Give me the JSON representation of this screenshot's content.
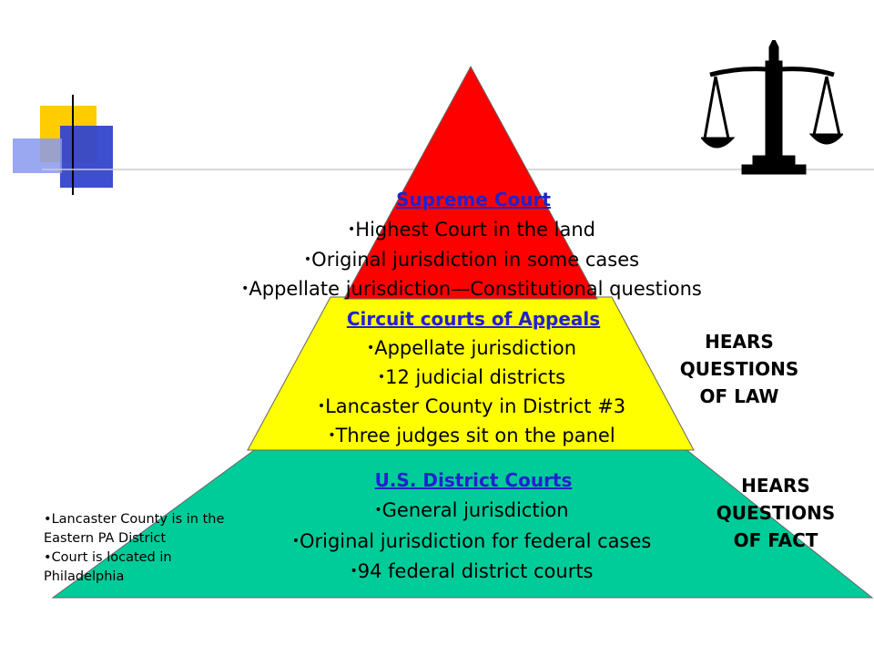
{
  "tiers": {
    "supreme": {
      "title": "Supreme Court",
      "bullets": [
        "Highest Court in the land",
        "Original jurisdiction in some cases",
        "Appellate jurisdiction—Constitutional questions"
      ]
    },
    "circuit": {
      "title": "Circuit courts of Appeals",
      "bullets": [
        "Appellate jurisdiction",
        "12 judicial districts",
        "Lancaster County in District #3",
        "Three judges sit on the panel"
      ]
    },
    "district": {
      "title": "U.S. District Courts",
      "bullets": [
        "General jurisdiction",
        "Original jurisdiction for federal cases",
        "94 federal district courts"
      ]
    }
  },
  "side_labels": {
    "law": [
      "HEARS",
      "QUESTIONS",
      "OF LAW"
    ],
    "fact": [
      "HEARS",
      "QUESTIONS",
      "OF FACT"
    ]
  },
  "note": [
    "Lancaster County is in the Eastern PA District",
    "Court is located in Philadelphia"
  ],
  "icons": {
    "scales": "scales-of-justice-icon"
  },
  "colors": {
    "top": "#ff0000",
    "middle": "#ffff00",
    "bottom": "#00cc99",
    "title_link": "#2222cc"
  }
}
